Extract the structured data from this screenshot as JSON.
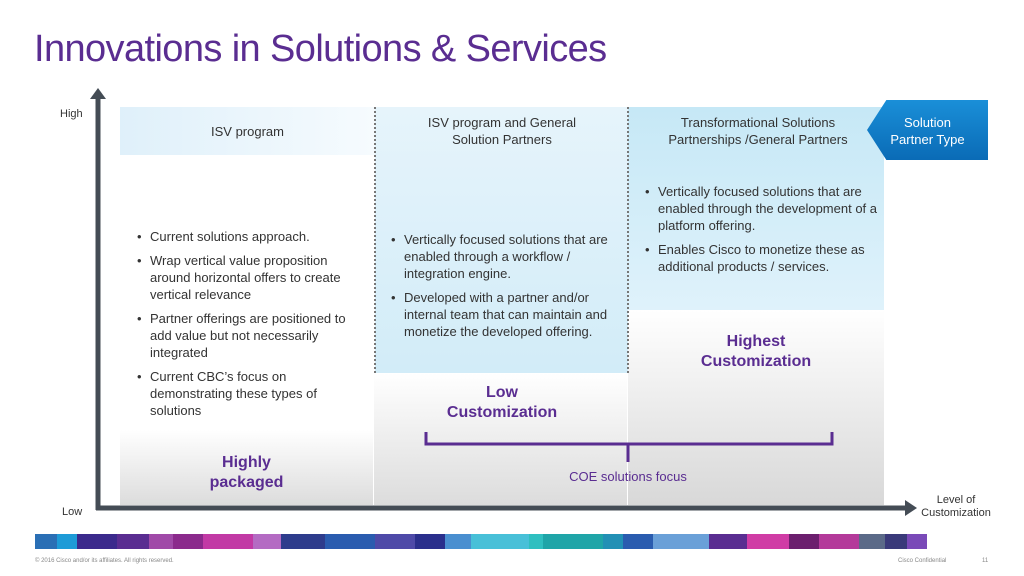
{
  "title": "Innovations in Solutions & Services",
  "axis": {
    "y_high": "High",
    "y_low": "Low",
    "x_label_line1": "Level of",
    "x_label_line2": "Customization"
  },
  "columns": [
    {
      "header": "ISV program",
      "bullets": [
        "Current solutions approach.",
        "Wrap vertical value proposition around horizontal offers to create vertical relevance",
        "Partner offerings are positioned to add value but not necessarily integrated",
        "Current CBC’s focus on demonstrating these types of solutions"
      ],
      "emphasis_line1": "Highly",
      "emphasis_line2": "packaged"
    },
    {
      "header_line1": "ISV program and General",
      "header_line2": "Solution Partners",
      "bullets": [
        "Vertically focused solutions that are enabled through a workflow / integration engine.",
        "Developed with a partner and/or internal team that can maintain and monetize the developed offering."
      ],
      "emphasis_line1": "Low",
      "emphasis_line2": "Customization"
    },
    {
      "header_line1": "Transformational Solutions",
      "header_line2": "Partnerships /General Partners",
      "bullets": [
        "Vertically focused solutions that are enabled through the development of a platform offering.",
        "Enables Cisco to monetize these as additional products / services."
      ],
      "emphasis_line1": "Highest",
      "emphasis_line2": "Customization"
    }
  ],
  "badge": {
    "line1": "Solution",
    "line2": "Partner Type"
  },
  "coe_focus": "COE solutions focus",
  "footer": {
    "copyright": "© 2016 Cisco and/or its affiliates. All rights reserved.",
    "confidential": "Cisco Confidential",
    "page": "11"
  },
  "colors": {
    "title": "#5a2d91",
    "badge": "#0a6bb6",
    "bracket": "#5a2d91",
    "axis": "#444c55"
  },
  "stripe_colors": [
    "#2a6fb5",
    "#1e9bd7",
    "#3b2a8c",
    "#5a2d91",
    "#a04aa8",
    "#8b2a8c",
    "#c23aa5",
    "#b46bc3",
    "#2e3c8c",
    "#2a5caf",
    "#4e4aa8",
    "#2a2f8c",
    "#4a8fd0",
    "#48c0d8",
    "#2fbfc0",
    "#1fa5a8",
    "#2290b5",
    "#2a5caf",
    "#6aa0d8",
    "#5a2d91",
    "#d03ca5",
    "#6c1f6e",
    "#b43a9a",
    "#5b6a88",
    "#3a3a7a",
    "#7a4ab8"
  ]
}
